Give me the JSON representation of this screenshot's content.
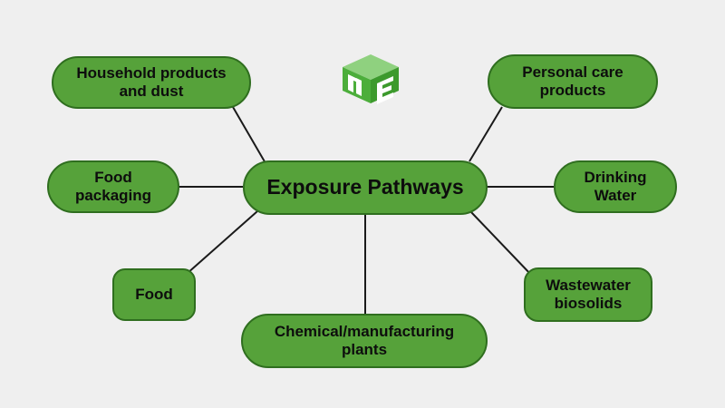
{
  "diagram": {
    "center": "Exposure Pathways",
    "nodes": {
      "household": [
        "Household products",
        "and dust"
      ],
      "personal_care": [
        "Personal care",
        "products"
      ],
      "food_packaging": [
        "Food",
        "packaging"
      ],
      "drinking_water": [
        "Drinking",
        "Water"
      ],
      "food": [
        "Food"
      ],
      "wastewater": [
        "Wastewater",
        "biosolids"
      ],
      "chemical": [
        "Chemical/manufacturing",
        "plants"
      ]
    }
  },
  "colors": {
    "background": "#efefef",
    "node_fill": "#56a23a",
    "node_border": "#2f6e1f",
    "line": "#1a1a1a",
    "logo_green": "#4cae3b"
  },
  "logo": {
    "icon": "cube-logo-icon"
  }
}
